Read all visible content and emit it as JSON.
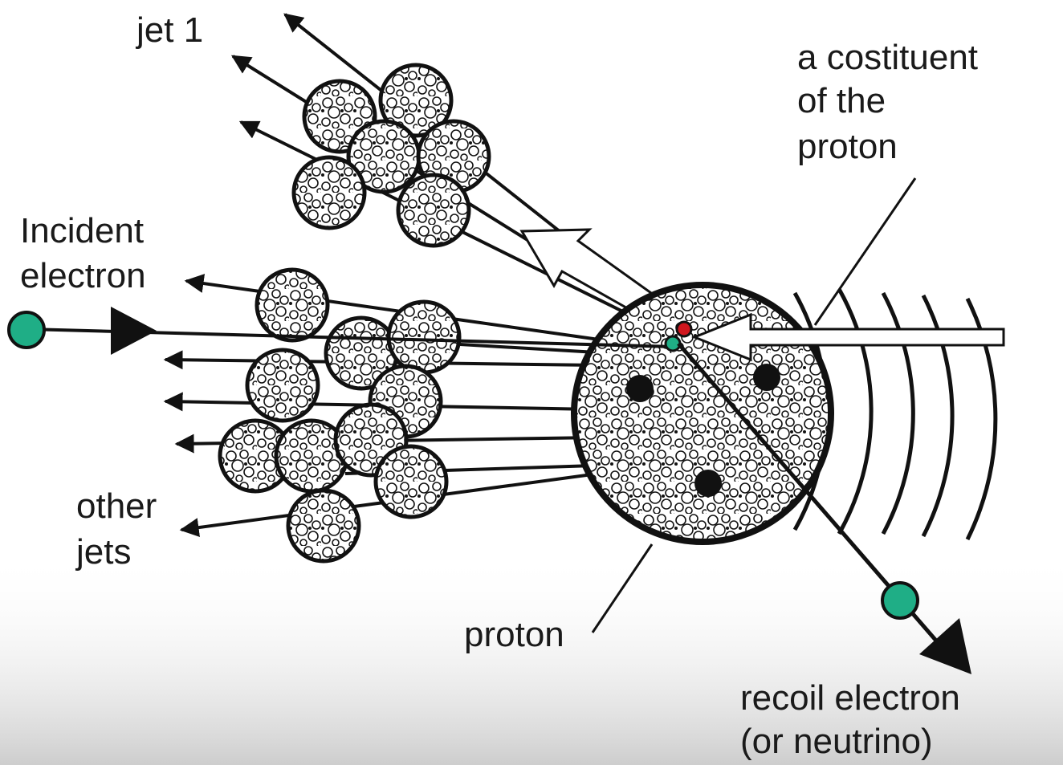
{
  "labels": {
    "jet1": "jet 1",
    "incident_line1": "Incident",
    "incident_line2": "electron",
    "constituent_line1": "a costituent",
    "constituent_line2": "of the",
    "constituent_line3": "proton",
    "other_jets_line1": "other",
    "other_jets_line2": "jets",
    "proton": "proton",
    "recoil_line1": "recoil electron",
    "recoil_line2": "(or neutrino)"
  },
  "colors": {
    "electron": "#1fae86",
    "constituent": "#d0161e",
    "ink": "#111111",
    "background": "#ffffff",
    "paper_shadow": "#cfcfcf"
  },
  "icons": {
    "electron": "green-dot",
    "proton": "textured-sphere",
    "jet_cluster": "textured-small-sphere",
    "arrow": "filled-triangle-arrowhead",
    "wave": "concentric-arcs"
  }
}
